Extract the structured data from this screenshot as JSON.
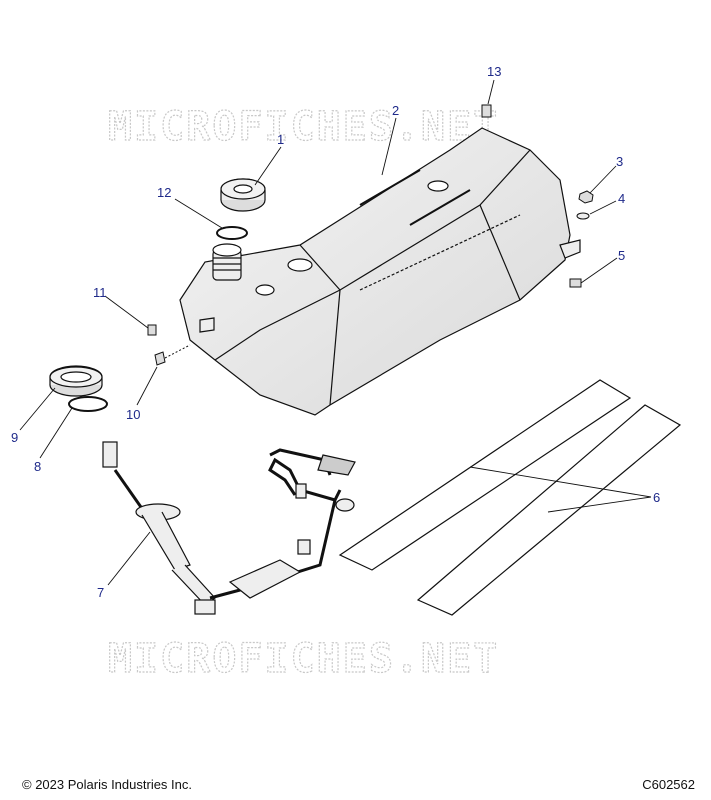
{
  "watermark": "MICROFICHES.NET",
  "callouts": [
    {
      "id": "1",
      "label": "1"
    },
    {
      "id": "2",
      "label": "2"
    },
    {
      "id": "3",
      "label": "3"
    },
    {
      "id": "4",
      "label": "4"
    },
    {
      "id": "5",
      "label": "5"
    },
    {
      "id": "6",
      "label": "6"
    },
    {
      "id": "7",
      "label": "7"
    },
    {
      "id": "8",
      "label": "8"
    },
    {
      "id": "9",
      "label": "9"
    },
    {
      "id": "10",
      "label": "10"
    },
    {
      "id": "11",
      "label": "11"
    },
    {
      "id": "12",
      "label": "12"
    },
    {
      "id": "13",
      "label": "13"
    }
  ],
  "footer": {
    "copyright": "© 2023 Polaris Industries Inc.",
    "doc_number": "C602562"
  },
  "colors": {
    "callout": "#1f2a8a",
    "line": "#111111",
    "watermark": "#c8c8c8"
  }
}
